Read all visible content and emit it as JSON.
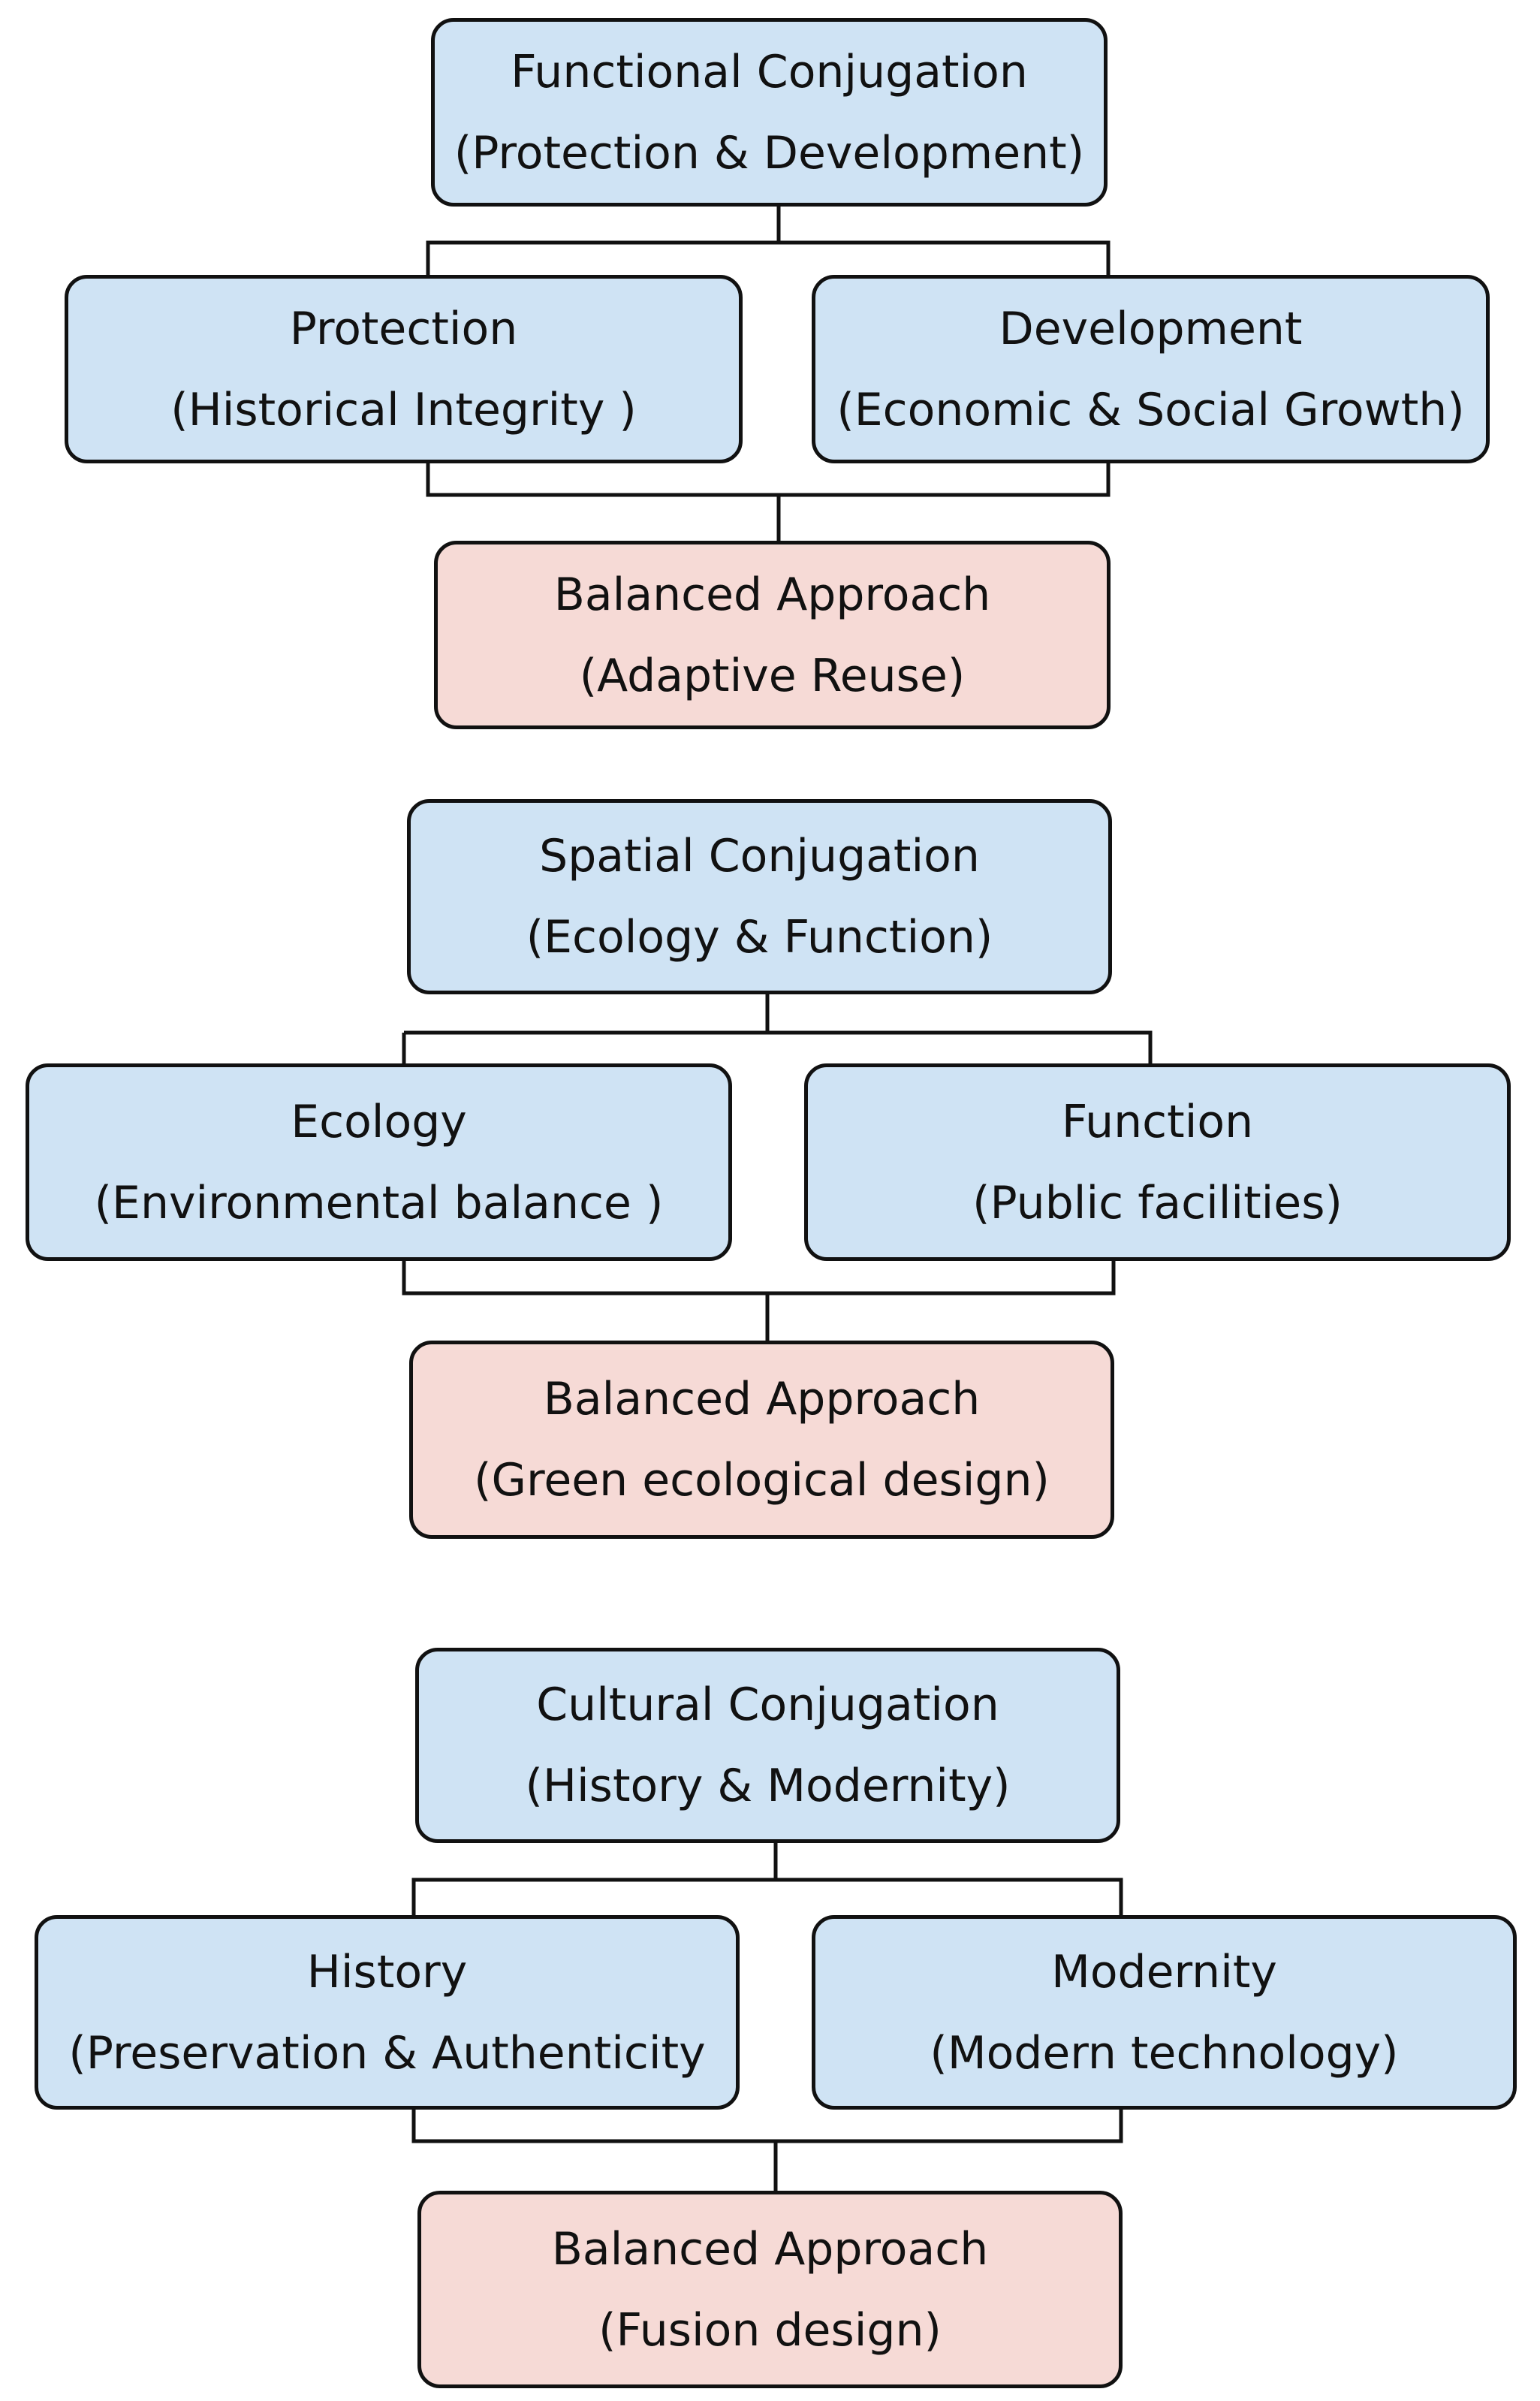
{
  "colors": {
    "parent_fill": "#cfe3f4",
    "child_fill": "#cfe3f4",
    "result_fill": "#f6dad6",
    "stroke": "#111111"
  },
  "sections": [
    {
      "parent": {
        "title": "Functional Conjugation",
        "subtitle": "(Protection  & Development)"
      },
      "left": {
        "title": "Protection",
        "subtitle": "(Historical Integrity )"
      },
      "right": {
        "title": "Development",
        "subtitle": "(Economic  & Social Growth)"
      },
      "result": {
        "title": "Balanced Approach",
        "subtitle": "(Adaptive Reuse)"
      }
    },
    {
      "parent": {
        "title": "Spatial Conjugation",
        "subtitle": "(Ecology  & Function)"
      },
      "left": {
        "title": "Ecology",
        "subtitle": "(Environmental balance )"
      },
      "right": {
        "title": "Function",
        "subtitle": "(Public facilities)"
      },
      "result": {
        "title": "Balanced Approach",
        "subtitle": "(Green ecological design)"
      }
    },
    {
      "parent": {
        "title": "Cultural Conjugation",
        "subtitle": "(History  & Modernity)"
      },
      "left": {
        "title": "History",
        "subtitle": "(Preservation & Authenticity"
      },
      "right": {
        "title": "Modernity",
        "subtitle": "(Modern technology)"
      },
      "result": {
        "title": "Balanced Approach",
        "subtitle": "(Fusion design)"
      }
    }
  ]
}
